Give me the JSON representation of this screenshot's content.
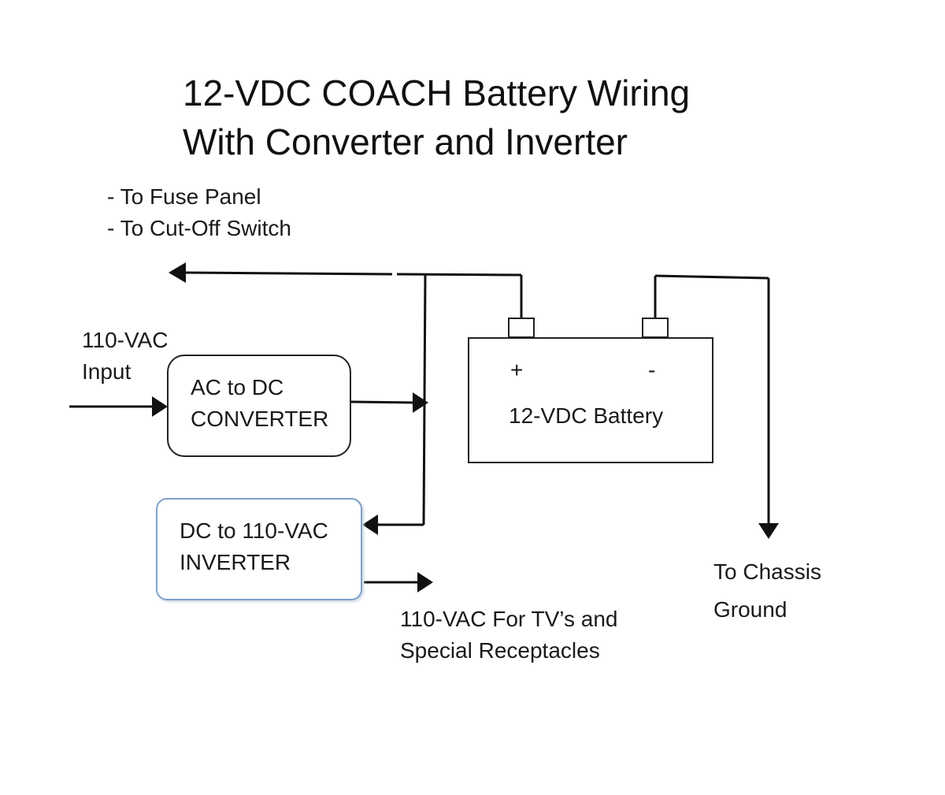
{
  "title": {
    "line1": "12-VDC COACH Battery Wiring",
    "line2": "With Converter and Inverter"
  },
  "outputs_note": {
    "line1": "- To Fuse Panel",
    "line2": "- To Cut-Off Switch"
  },
  "ac_input": {
    "line1": "110-VAC",
    "line2": "Input"
  },
  "converter": {
    "line1": "AC to DC",
    "line2": "CONVERTER"
  },
  "inverter": {
    "line1": "DC to 110-VAC",
    "line2": "INVERTER"
  },
  "battery": {
    "label": "12-VDC Battery",
    "positive": "+",
    "negative": "-"
  },
  "ac_output": {
    "line1": "110-VAC For TV’s and",
    "line2": "Special Receptacles"
  },
  "ground": {
    "line1": "To Chassis",
    "line2": "Ground"
  }
}
